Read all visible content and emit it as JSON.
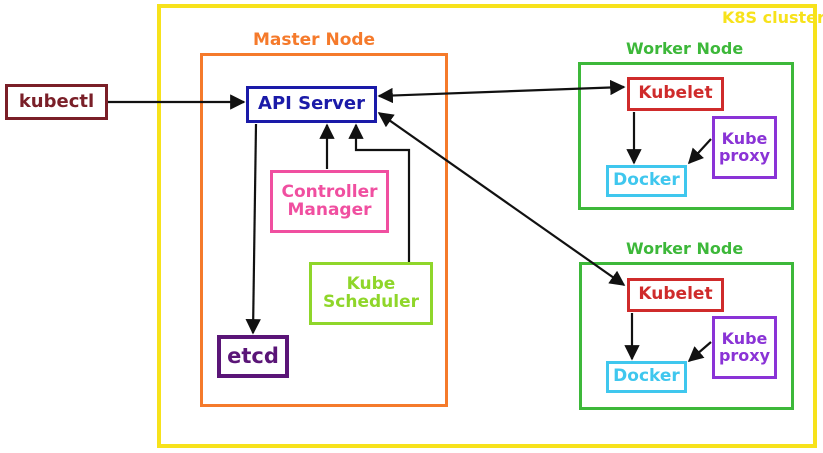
{
  "cluster": {
    "label": "K8S cluster"
  },
  "master": {
    "label": "Master Node"
  },
  "kubectl": {
    "label": "kubectl"
  },
  "api_server": {
    "label": "API Server"
  },
  "controller_manager": {
    "line1": "Controller",
    "line2": "Manager"
  },
  "kube_scheduler": {
    "line1": "Kube",
    "line2": "Scheduler"
  },
  "etcd": {
    "label": "etcd"
  },
  "workers": [
    {
      "label": "Worker Node",
      "kubelet": "Kubelet",
      "docker": "Docker",
      "proxy_line1": "Kube",
      "proxy_line2": "proxy"
    },
    {
      "label": "Worker Node",
      "kubelet": "Kubelet",
      "docker": "Docker",
      "proxy_line1": "Kube",
      "proxy_line2": "proxy"
    }
  ],
  "colors": {
    "cluster": "#f7e21b",
    "master": "#f57a2b",
    "worker": "#3db83a",
    "kubectl": "#7a1f28",
    "api_server": "#1a1aa8",
    "controller_manager": "#f04fa0",
    "kube_scheduler": "#8fd62a",
    "etcd": "#5a1577",
    "kubelet": "#cf2b2b",
    "docker": "#3fc7ee",
    "kube_proxy": "#8a33d6",
    "arrow": "#111111"
  }
}
